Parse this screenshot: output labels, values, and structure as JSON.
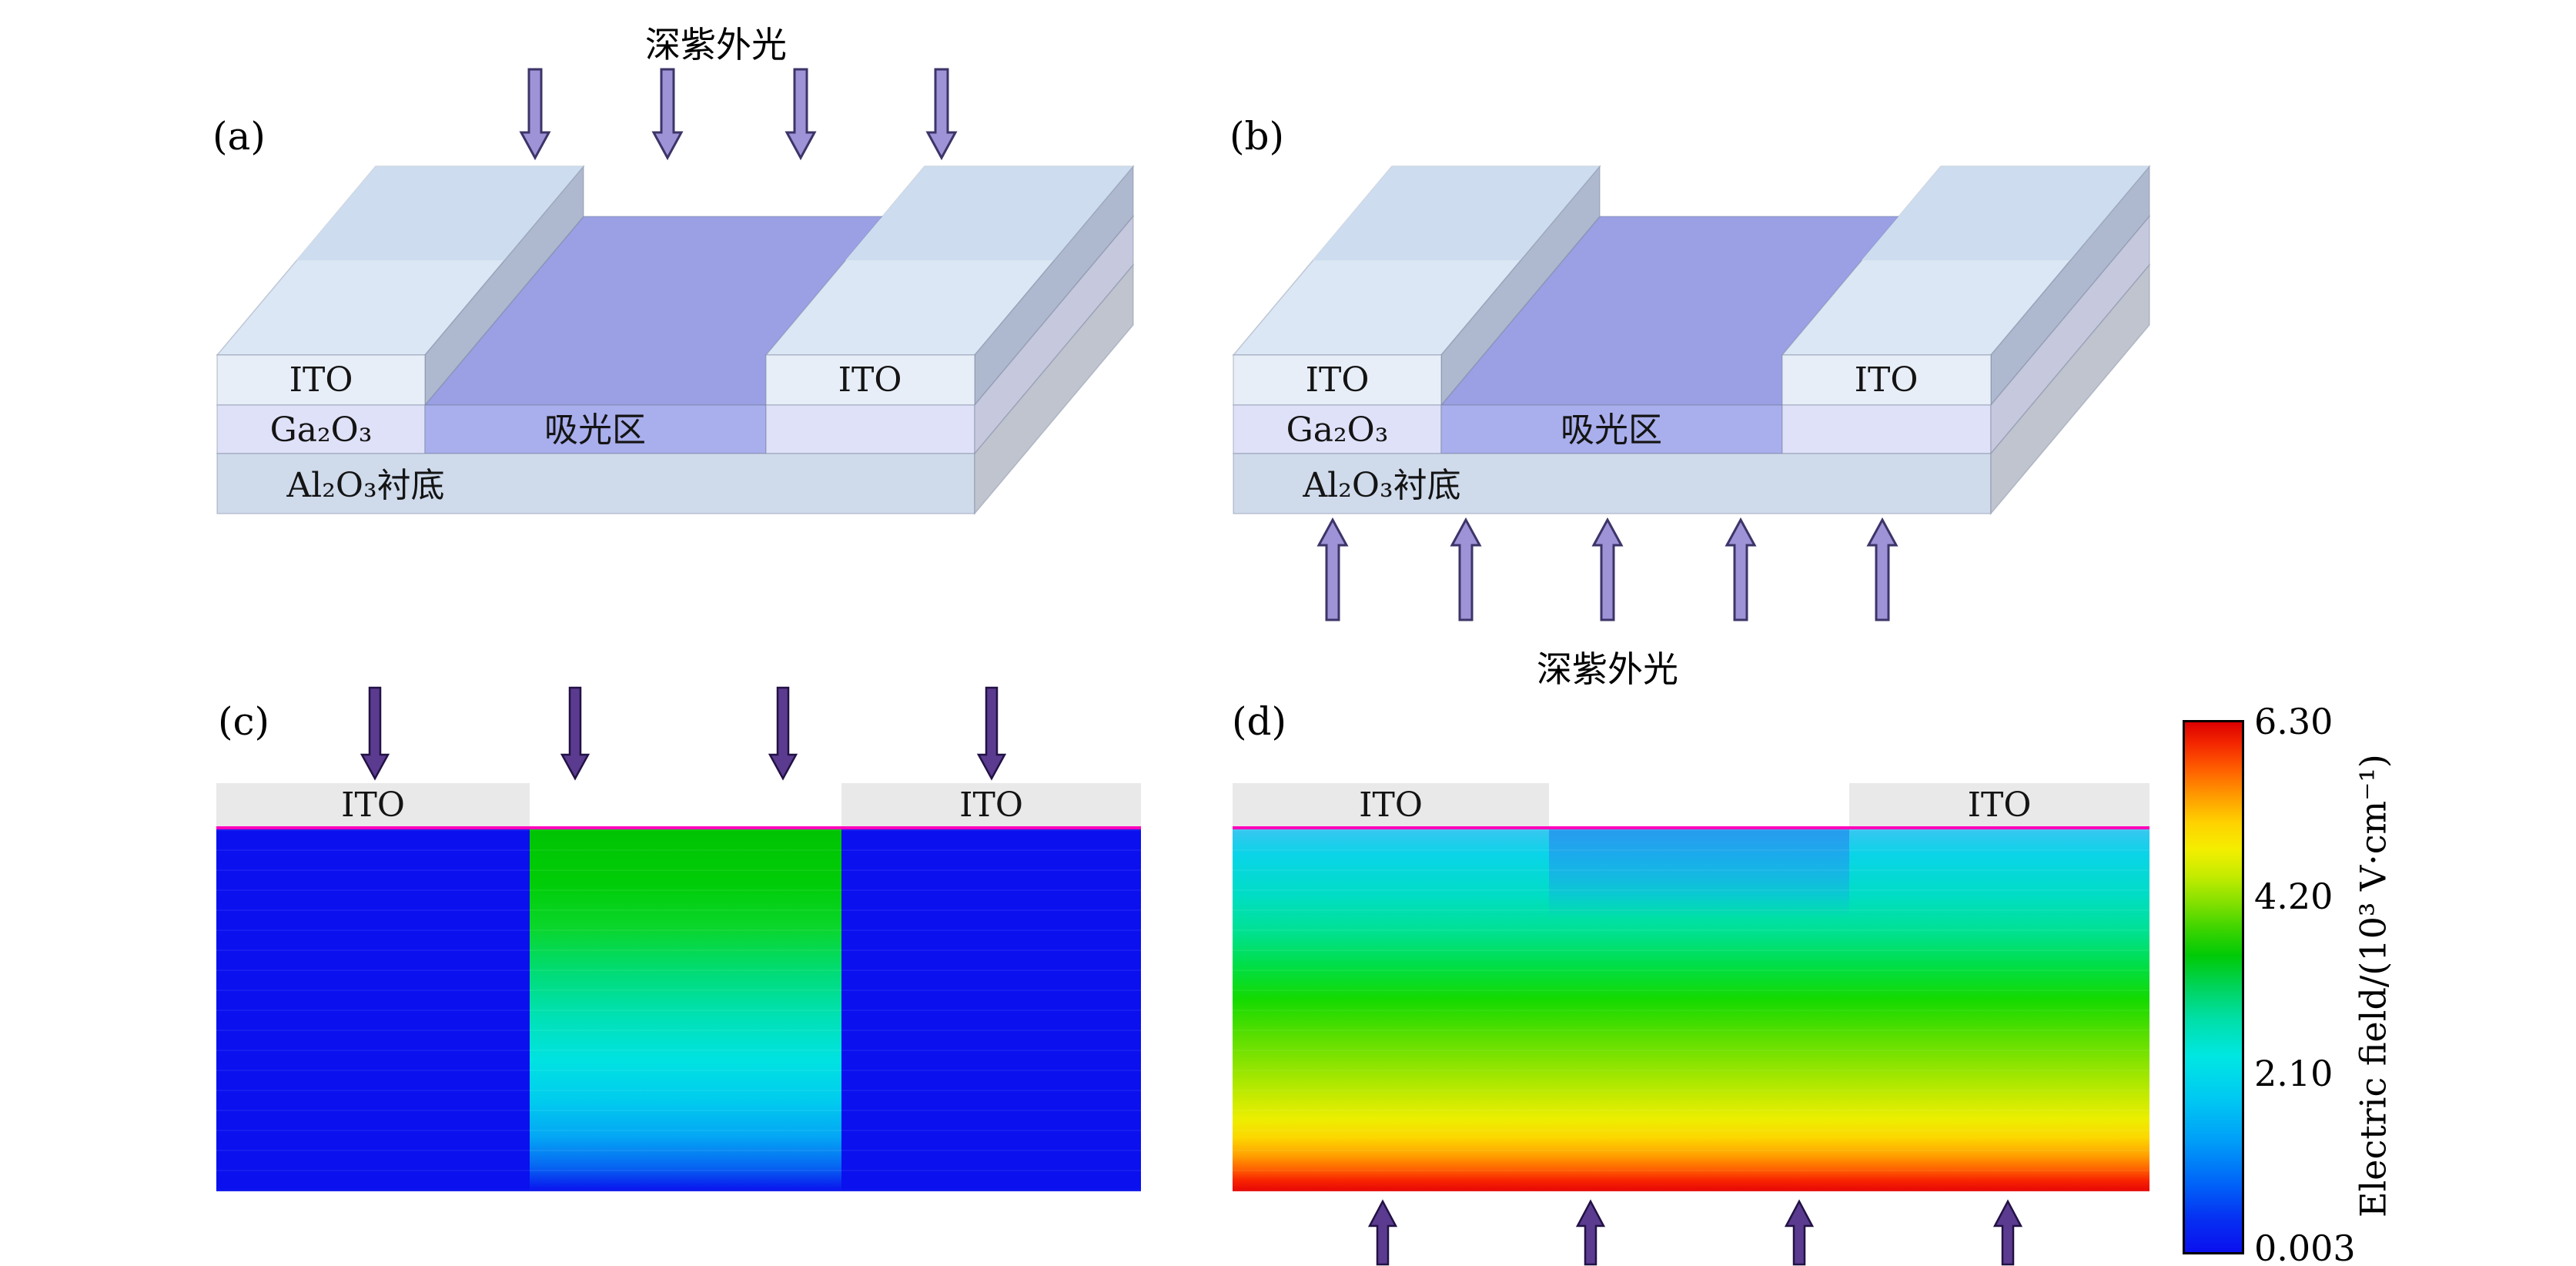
{
  "panels": {
    "a": {
      "label": "(a)",
      "light_label": "深紫外光",
      "layers": {
        "ito_left": "ITO",
        "ito_right": "ITO",
        "ga2o3": "Ga₂O₃",
        "absorber": "吸光区",
        "substrate": "Al₂O₃衬底"
      }
    },
    "b": {
      "label": "(b)",
      "light_label": "深紫外光",
      "layers": {
        "ito_left": "ITO",
        "ito_right": "ITO",
        "ga2o3": "Ga₂O₃",
        "absorber": "吸光区",
        "substrate": "Al₂O₃衬底"
      }
    },
    "c": {
      "label": "(c)",
      "electrode_left": "ITO",
      "electrode_right": "ITO"
    },
    "d": {
      "label": "(d)",
      "electrode_left": "ITO",
      "electrode_right": "ITO"
    }
  },
  "colorbar": {
    "label": "Electric field/(10³ V·cm⁻¹)",
    "ticks": [
      "6.30",
      "4.20",
      "2.10",
      "0.003"
    ]
  },
  "colors": {
    "absorber_purple": "#9aa0e3",
    "ito_face": "#e7eef7",
    "ga2o3_face": "#dfe1f8",
    "substrate_face": "#cfdaeb",
    "interface_line": "#ff00bb",
    "field_min_blue": "#0a10ee",
    "field_max_red": "#db0000",
    "light_arrow": "#9e93d6",
    "dark_arrow": "#5a3b8f",
    "ito_bar_gray": "#e9e9e9"
  },
  "chart_data": [
    {
      "type": "heatmap",
      "panel": "(c)",
      "title": "Simulated electric field distribution, front (top) illumination",
      "geometry": "cross-section: two ITO electrodes on top surface with gap between them",
      "colorbar": {
        "label": "Electric field/(10³ V·cm⁻¹)",
        "min": 0.003,
        "max": 6.3,
        "ticks": [
          6.3,
          4.2,
          2.1,
          0.003
        ],
        "colormap": "jet (blue-cyan-green-yellow-red)"
      },
      "field_summary": [
        {
          "region": "under left ITO electrode (full depth)",
          "field_1e3_V_per_cm": 0.003
        },
        {
          "region": "gap between electrodes, near top surface",
          "field_1e3_V_per_cm": 4.0
        },
        {
          "region": "gap between electrodes, mid depth",
          "field_1e3_V_per_cm": 2.5
        },
        {
          "region": "gap between electrodes, near bottom",
          "field_1e3_V_per_cm": 1.2
        },
        {
          "region": "under right ITO electrode (full depth)",
          "field_1e3_V_per_cm": 0.003
        }
      ]
    },
    {
      "type": "heatmap",
      "panel": "(d)",
      "title": "Simulated electric field distribution, back (bottom) illumination",
      "geometry": "cross-section: two ITO electrodes on top surface, illuminated from below",
      "colorbar": {
        "label": "Electric field/(10³ V·cm⁻¹)",
        "min": 0.003,
        "max": 6.3,
        "ticks": [
          6.3,
          4.2,
          2.1,
          0.003
        ],
        "colormap": "jet (blue-cyan-green-yellow-red)"
      },
      "field_summary": [
        {
          "region": "near top surface (whole width)",
          "field_1e3_V_per_cm": 2.0
        },
        {
          "region": "top center between electrodes",
          "field_1e3_V_per_cm": 1.5
        },
        {
          "region": "mid depth",
          "field_1e3_V_per_cm": 3.0
        },
        {
          "region": "lower region",
          "field_1e3_V_per_cm": 4.5
        },
        {
          "region": "bottom edge",
          "field_1e3_V_per_cm": 6.3
        }
      ]
    }
  ]
}
